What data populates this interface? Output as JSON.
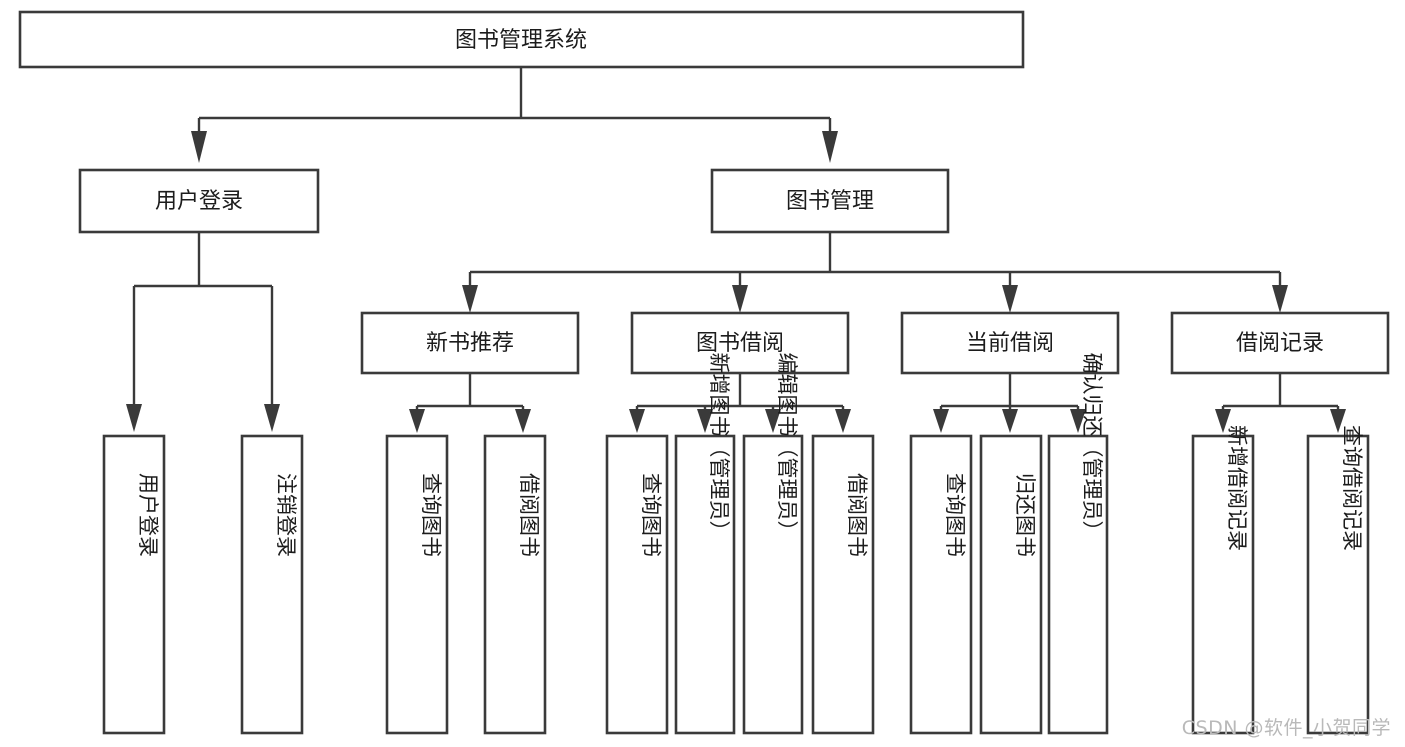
{
  "diagram": {
    "type": "tree-hierarchy",
    "title": "图书管理系统",
    "watermark": "CSDN @软件_小贺同学",
    "colors": {
      "stroke": "#3a3a3a",
      "fill": "#ffffff",
      "text": "#1c1c1c",
      "watermark": "#b9b9b9",
      "background": "#ffffff"
    },
    "levels": {
      "root": "图书管理系统",
      "level2": [
        "用户登录",
        "图书管理"
      ],
      "level3": [
        "新书推荐",
        "图书借阅",
        "当前借阅",
        "借阅记录"
      ],
      "level4": [
        "用户登录",
        "注销登录",
        "查询图书",
        "借阅图书",
        "查询图书",
        "新增图书（管理员）",
        "编辑图书（管理员）",
        "借阅图书",
        "查询图书",
        "归还图书",
        "确认归还（管理员）",
        "新增借阅记录",
        "查询借阅记录"
      ]
    },
    "nodes": {
      "root": {
        "label": "图书管理系统"
      },
      "user_login": {
        "label": "用户登录"
      },
      "book_manage": {
        "label": "图书管理"
      },
      "new_book_rec": {
        "label": "新书推荐"
      },
      "book_borrow": {
        "label": "图书借阅"
      },
      "current_borrow": {
        "label": "当前借阅"
      },
      "borrow_record": {
        "label": "借阅记录"
      },
      "leaf_user_login": {
        "label": "用户登录"
      },
      "leaf_logout": {
        "label": "注销登录"
      },
      "leaf_query_book_1": {
        "label": "查询图书"
      },
      "leaf_borrow_book_1": {
        "label": "借阅图书"
      },
      "leaf_query_book_2": {
        "label": "查询图书"
      },
      "leaf_add_book_admin": {
        "label": "新增图书（管理员）"
      },
      "leaf_edit_book_admin": {
        "label": "编辑图书（管理员）"
      },
      "leaf_borrow_book_2": {
        "label": "借阅图书"
      },
      "leaf_query_book_3": {
        "label": "查询图书"
      },
      "leaf_return_book": {
        "label": "归还图书"
      },
      "leaf_confirm_return_admin": {
        "label": "确认归还（管理员）"
      },
      "leaf_add_record": {
        "label": "新增借阅记录"
      },
      "leaf_query_record": {
        "label": "查询借阅记录"
      }
    },
    "edges": [
      {
        "from": "root",
        "to": "user_login"
      },
      {
        "from": "root",
        "to": "book_manage"
      },
      {
        "from": "user_login",
        "to": "leaf_user_login"
      },
      {
        "from": "user_login",
        "to": "leaf_logout"
      },
      {
        "from": "book_manage",
        "to": "new_book_rec"
      },
      {
        "from": "book_manage",
        "to": "book_borrow"
      },
      {
        "from": "book_manage",
        "to": "current_borrow"
      },
      {
        "from": "book_manage",
        "to": "borrow_record"
      },
      {
        "from": "new_book_rec",
        "to": "leaf_query_book_1"
      },
      {
        "from": "new_book_rec",
        "to": "leaf_borrow_book_1"
      },
      {
        "from": "book_borrow",
        "to": "leaf_query_book_2"
      },
      {
        "from": "book_borrow",
        "to": "leaf_add_book_admin"
      },
      {
        "from": "book_borrow",
        "to": "leaf_edit_book_admin"
      },
      {
        "from": "book_borrow",
        "to": "leaf_borrow_book_2"
      },
      {
        "from": "current_borrow",
        "to": "leaf_query_book_3"
      },
      {
        "from": "current_borrow",
        "to": "leaf_return_book"
      },
      {
        "from": "current_borrow",
        "to": "leaf_confirm_return_admin"
      },
      {
        "from": "borrow_record",
        "to": "leaf_add_record"
      },
      {
        "from": "borrow_record",
        "to": "leaf_query_record"
      }
    ]
  }
}
